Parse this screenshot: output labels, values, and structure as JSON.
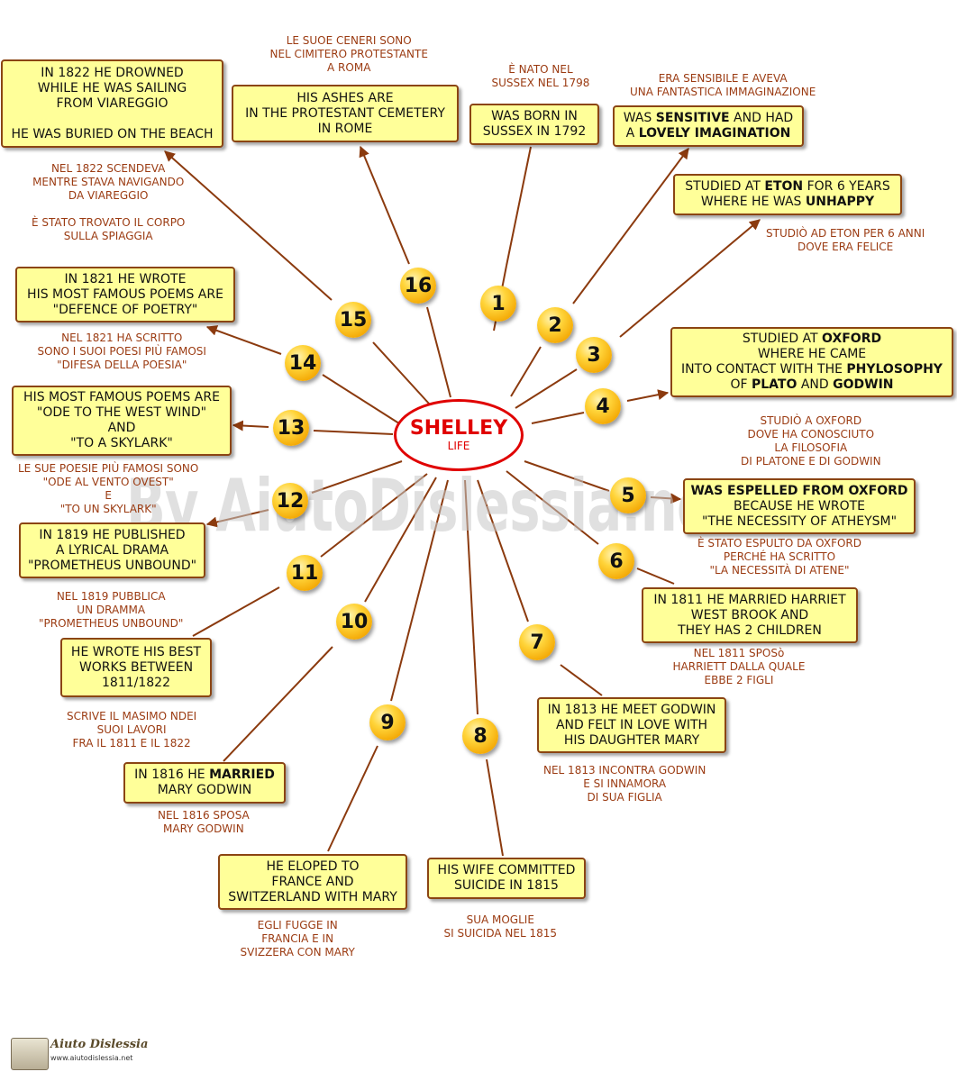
{
  "center": {
    "title": "SHELLEY",
    "subtitle": "LIFE"
  },
  "watermark": "By AiutoDislessia.net",
  "logo": {
    "name": "Aiuto Dislessia",
    "url": "www.aiutodislessia.net"
  },
  "colors": {
    "box_fill": "#ffff99",
    "box_border": "#8b4513",
    "note_text": "#9b3b12",
    "center_red": "#e00000",
    "line": "#8b3a0e"
  },
  "nodes": [
    {
      "n": "1",
      "box": "WAS BORN IN\nSUSSEX IN  1792",
      "note": "È NATO NEL\nSUSSEX NEL 1798"
    },
    {
      "n": "2",
      "box_parts": [
        [
          "WAS ",
          false
        ],
        [
          "SENSITIVE",
          true
        ],
        [
          " AND HAD\nA ",
          false
        ],
        [
          "LOVELY IMAGINATION",
          true
        ]
      ],
      "note": "ERA SENSIBILE E AVEVA\nUNA FANTASTICA IMMAGINAZIONE"
    },
    {
      "n": "3",
      "box_parts": [
        [
          "STUDIED AT ",
          false
        ],
        [
          "ETON",
          true
        ],
        [
          " FOR 6 YEARS\nWHERE HE WAS ",
          false
        ],
        [
          "UNHAPPY",
          true
        ]
      ],
      "note": "STUDIÒ AD ETON PER 6 ANNI\nDOVE ERA FELICE"
    },
    {
      "n": "4",
      "box_parts": [
        [
          "STUDIED AT ",
          false
        ],
        [
          "OXFORD",
          true
        ],
        [
          "\nWHERE HE CAME\nINTO CONTACT WITH THE ",
          false
        ],
        [
          "PHYLOSOPHY",
          true
        ],
        [
          "\nOF ",
          false
        ],
        [
          "PLATO",
          true
        ],
        [
          " AND ",
          false
        ],
        [
          "GODWIN",
          true
        ]
      ],
      "note": "STUDIÒ A OXFORD\nDOVE HA CONOSCIUTO\nLA FILOSOFIA\nDI PLATONE E DI GODWIN"
    },
    {
      "n": "5",
      "box_parts": [
        [
          "WAS ESPELLED FROM OXFORD",
          true
        ],
        [
          "\nBECAUSE HE WROTE\n\"THE NECESSITY OF ATHEYSM\"",
          false
        ]
      ],
      "note": "È STATO ESPULTO DA OXFORD\nPERCHÉ HA SCRITTO\n\"LA NECESSITÀ DI ATENE\""
    },
    {
      "n": "6",
      "box": "IN 1811 HE MARRIED HARRIET\nWEST BROOK AND\nTHEY HAS 2 CHILDREN",
      "note": "NEL 1811 SPOSò\nHARRIETT DALLA QUALE\nEBBE 2 FIGLI"
    },
    {
      "n": "7",
      "box": "IN 1813 HE MEET GODWIN\nAND FELT IN LOVE WITH\nHIS DAUGHTER MARY",
      "note": "NEL 1813 INCONTRA GODWIN\nE SI INNAMORA\nDI SUA FIGLIA"
    },
    {
      "n": "8",
      "box": "HIS WIFE COMMITTED\nSUICIDE IN 1815",
      "note": "SUA MOGLIE\nSI SUICIDA NEL 1815"
    },
    {
      "n": "9",
      "box": "HE ELOPED TO\nFRANCE AND\nSWITZERLAND WITH MARY",
      "note": "EGLI FUGGE IN\nFRANCIA E IN\nSVIZZERA CON MARY"
    },
    {
      "n": "10",
      "box_parts": [
        [
          "IN 1816 HE ",
          false
        ],
        [
          "MARRIED",
          true
        ],
        [
          "\nMARY GODWIN",
          false
        ]
      ],
      "note": "NEL 1816 SPOSA\nMARY GODWIN"
    },
    {
      "n": "11",
      "box": "HE WROTE HIS BEST\nWORKS BETWEEN\n1811/1822",
      "note": "SCRIVE IL MASIMO NDEI\nSUOI LAVORI\nFRA IL 1811 E IL 1822"
    },
    {
      "n": "12",
      "box": "IN 1819 HE PUBLISHED\nA LYRICAL DRAMA\n\"PROMETHEUS UNBOUND\"",
      "note": "NEL 1819 PUBBLICA\nUN DRAMMA\n\"PROMETHEUS UNBOUND\""
    },
    {
      "n": "13",
      "box": "HIS MOST FAMOUS POEMS ARE\n\"ODE TO THE WEST WIND\"\nAND\n\"TO A SKYLARK\"",
      "note": "LE SUE POESIE PIÙ FAMOSI SONO\n\"ODE AL VENTO OVEST\"\nE\n\"TO UN SKYLARK\""
    },
    {
      "n": "14",
      "box": "IN 1821 HE WROTE\nHIS MOST FAMOUS POEMS ARE\n\"DEFENCE OF POETRY\"",
      "note": "NEL 1821 HA SCRITTO\nSONO I SUOI POESI PIÙ FAMOSI\n\"DIFESA DELLA POESIA\""
    },
    {
      "n": "15",
      "box": "IN 1822 HE DROWNED\nWHILE HE WAS SAILING\nFROM VIAREGGIO\n\nHE WAS BURIED ON THE BEACH",
      "note": "NEL 1822 SCENDEVA\nMENTRE STAVA NAVIGANDO\nDA VIAREGGIO\n\nÈ STATO TROVATO IL CORPO\nSULLA SPIAGGIA"
    },
    {
      "n": "16",
      "box": "HIS ASHES ARE\nIN THE PROTESTANT  CEMETERY\nIN ROME",
      "note": "LE SUOE CENERI SONO\nNEL CIMITERO PROTESTANTE\nA ROMA"
    }
  ]
}
